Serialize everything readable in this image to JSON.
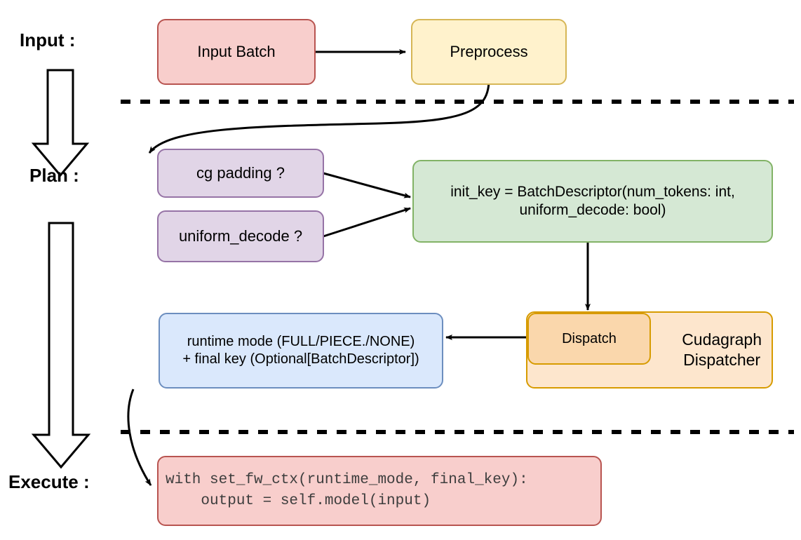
{
  "diagram": {
    "title": "vLLM cudagraph dispatch flow",
    "background": "#ffffff",
    "stages": [
      {
        "id": "input",
        "label": "Input :"
      },
      {
        "id": "plan",
        "label": "Plan :"
      },
      {
        "id": "execute",
        "label": "Execute :"
      }
    ],
    "nodes": {
      "input_batch": {
        "label": "Input Batch",
        "fill": "#f8cecc",
        "stroke": "#b85450"
      },
      "preprocess": {
        "label": "Preprocess",
        "fill": "#fff2cc",
        "stroke": "#d6b656"
      },
      "cg_padding": {
        "label": "cg padding ?",
        "fill": "#e1d5e7",
        "stroke": "#9673a6"
      },
      "uniform_decode": {
        "label": "uniform_decode ?",
        "fill": "#e1d5e7",
        "stroke": "#9673a6"
      },
      "init_key": {
        "label": "init_key = BatchDescriptor(num_tokens: int,\nuniform_decode: bool)",
        "fill": "#d5e8d4",
        "stroke": "#82b366"
      },
      "cudagraph_dispatcher": {
        "label": "Cudagraph\nDispatcher",
        "fill": "#fde6cd",
        "stroke": "#d79b00"
      },
      "dispatch": {
        "label": "Dispatch",
        "fill": "#fad7ac",
        "stroke": "#d79b00"
      },
      "runtime_mode": {
        "label": "runtime mode (FULL/PIECE./NONE)\n+ final key (Optional[BatchDescriptor])",
        "fill": "#dae8fc",
        "stroke": "#6c8ebf"
      },
      "execute_code": {
        "label": "with set_fw_ctx(runtime_mode, final_key):\n    output = self.model(input)",
        "fill": "#f8cecc",
        "stroke": "#b85450"
      }
    },
    "separators": [
      {
        "id": "input-plan-divider",
        "style": "dashed",
        "color": "#000000"
      },
      {
        "id": "plan-execute-divider",
        "style": "dashed",
        "color": "#000000"
      }
    ],
    "flow_arrows": [
      {
        "id": "input-batch-to-preprocess",
        "from": "input_batch",
        "to": "preprocess"
      },
      {
        "id": "preprocess-to-cg-padding",
        "from": "preprocess",
        "to": "cg_padding"
      },
      {
        "id": "cg-padding-to-init-key",
        "from": "cg_padding",
        "to": "init_key"
      },
      {
        "id": "uniform-decode-to-init-key",
        "from": "uniform_decode",
        "to": "init_key"
      },
      {
        "id": "init-key-to-dispatch",
        "from": "init_key",
        "to": "dispatch"
      },
      {
        "id": "dispatch-to-runtime-mode",
        "from": "dispatch",
        "to": "runtime_mode"
      },
      {
        "id": "runtime-mode-to-execute-code",
        "from": "runtime_mode",
        "to": "execute_code"
      }
    ],
    "stage_arrows": [
      {
        "id": "input-to-plan-arrow",
        "direction": "down"
      },
      {
        "id": "plan-to-execute-arrow",
        "direction": "down"
      }
    ]
  }
}
